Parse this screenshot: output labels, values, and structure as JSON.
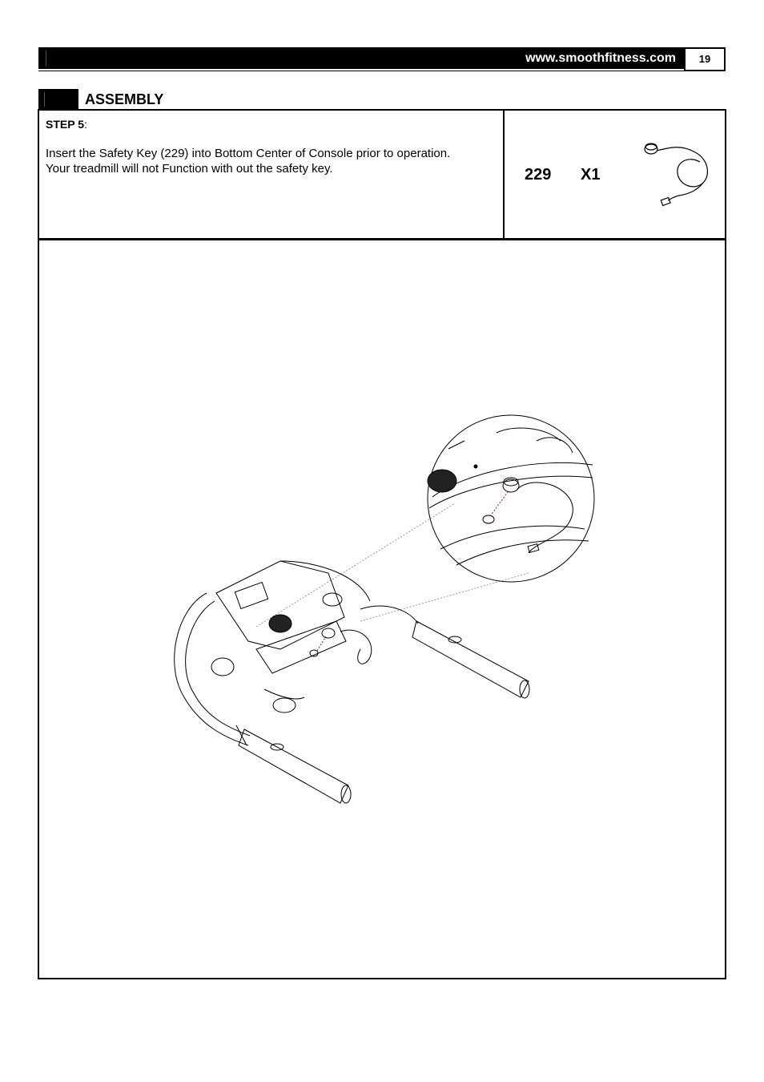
{
  "header": {
    "url": "www.smoothfitness.com",
    "page_number": "19"
  },
  "section": {
    "title": "ASSEMBLY"
  },
  "step": {
    "label": "STEP 5",
    "label_suffix": ":",
    "line1": "Insert the Safety Key (229) into Bottom Center of Console prior to operation.",
    "line2": "Your treadmill will not Function with out the safety key."
  },
  "part": {
    "number": "229",
    "quantity": "X1",
    "icon": "safety-key-icon"
  },
  "figure": {
    "icon": "treadmill-console-safety-key-illustration"
  }
}
